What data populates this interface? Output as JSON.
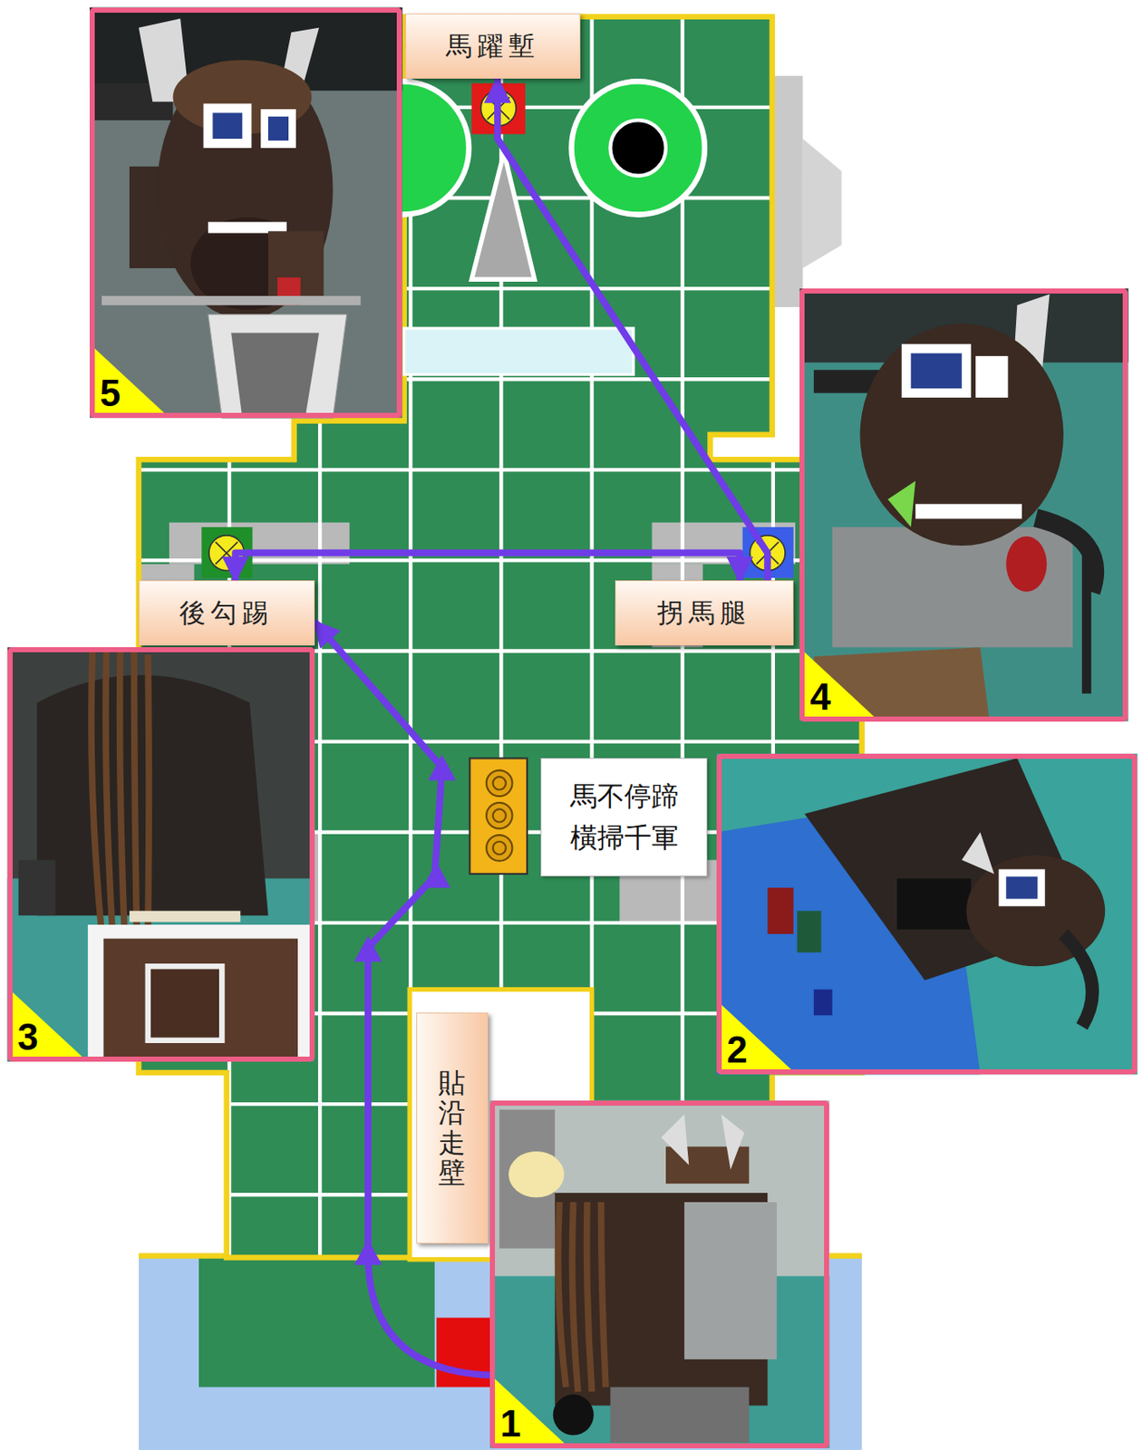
{
  "diagram": {
    "nodes": [
      {
        "text": [
          "5"
        ]
      },
      {
        "text": [
          "馬躍塹"
        ]
      },
      {
        "text": [
          "4"
        ]
      },
      {
        "text": [
          "後勾踢"
        ]
      },
      {
        "text": [
          "拐馬腿"
        ]
      },
      {
        "text": [
          "3"
        ]
      },
      {
        "text": [
          "馬不停蹄 橫掃千軍"
        ]
      },
      {
        "text": [
          "2"
        ]
      },
      {
        "text": [
          "貼沿走壁"
        ]
      },
      {
        "text": [
          "1"
        ]
      }
    ],
    "edges": [
      {
        "from": 9,
        "to": 3,
        "arrow": "to"
      },
      {
        "from": 3,
        "to": 4,
        "arrow": "both"
      },
      {
        "from": 4,
        "to": 1,
        "arrow": "to"
      }
    ]
  }
}
